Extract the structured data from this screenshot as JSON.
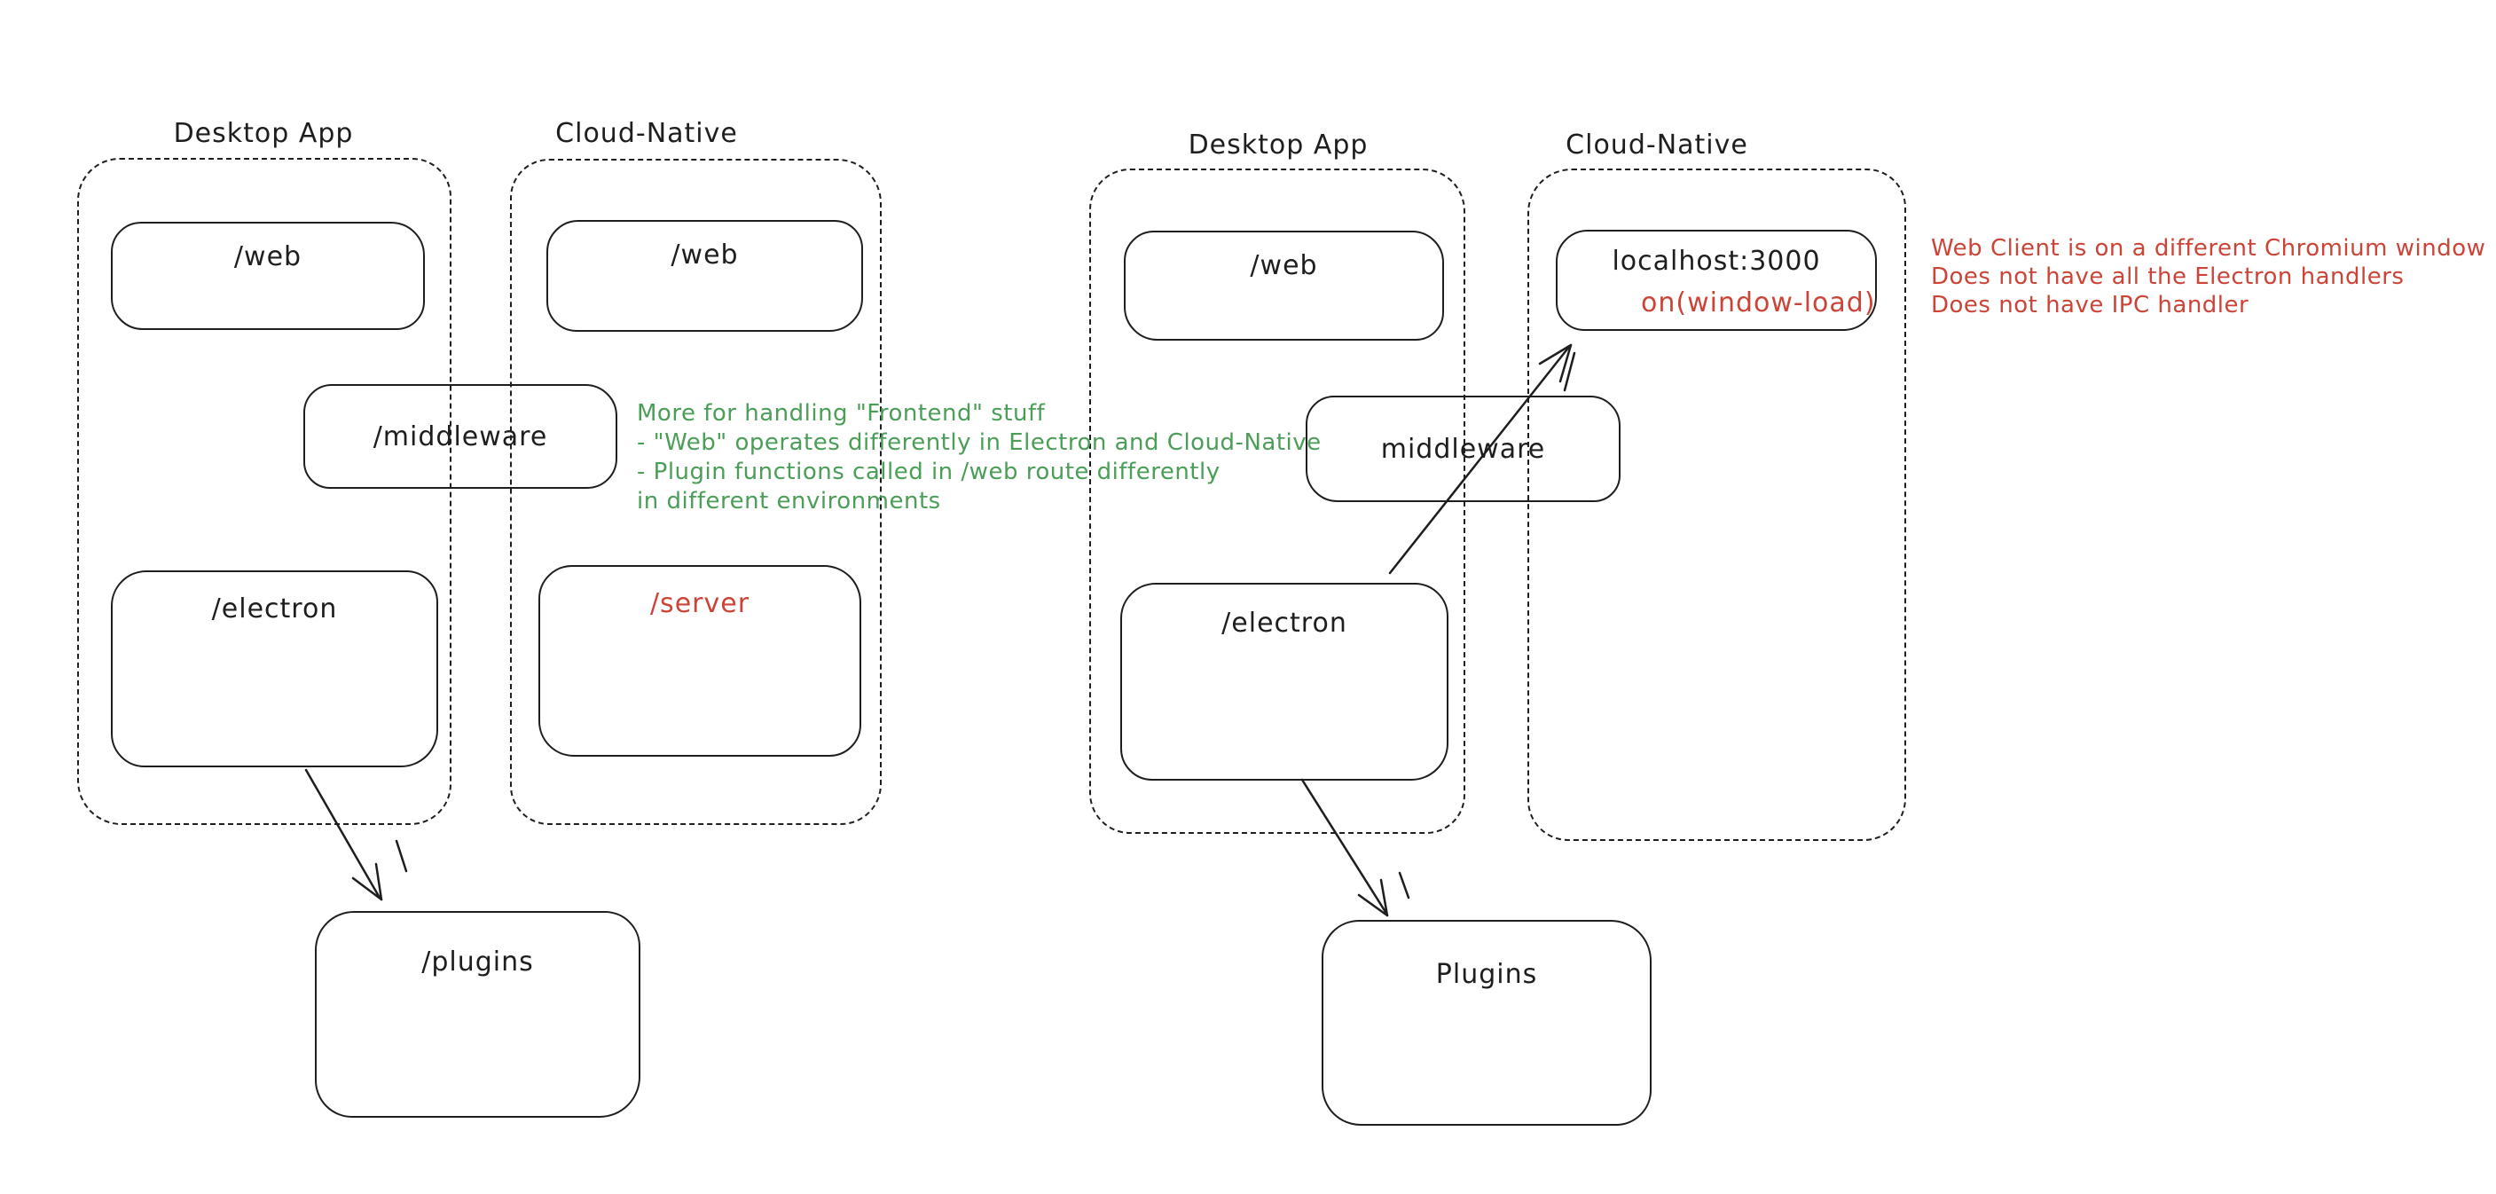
{
  "colors": {
    "ink": "#1e1e1e",
    "red": "#cb4437",
    "green": "#4a9e57",
    "background": "#ffffff"
  },
  "left_diagram": {
    "desktop_container_label": "Desktop App",
    "cloud_container_label": "Cloud-Native",
    "web_desktop_label": "/web",
    "web_cloud_label": "/web",
    "middleware_label": "/middleware",
    "electron_label": "/electron",
    "server_label": "/server",
    "plugins_label": "/plugins"
  },
  "right_diagram": {
    "desktop_container_label": "Desktop App",
    "cloud_container_label": "Cloud-Native",
    "web_label": "/web",
    "localhost_title": "localhost:3000",
    "localhost_subtitle": "on(window-load)",
    "middleware_label": "middleware",
    "electron_label": "/electron",
    "plugins_label": "Plugins"
  },
  "notes": {
    "green": {
      "line1": "More for handling \"Frontend\" stuff",
      "line2": "- \"Web\" operates differently in Electron and Cloud-Native",
      "line3": "- Plugin functions called in /web route differently",
      "line4": "in different environments"
    },
    "red": {
      "line1": "Web Client is on a different Chromium window",
      "line2": "Does not have all the Electron handlers",
      "line3": "Does not have IPC handler"
    }
  }
}
